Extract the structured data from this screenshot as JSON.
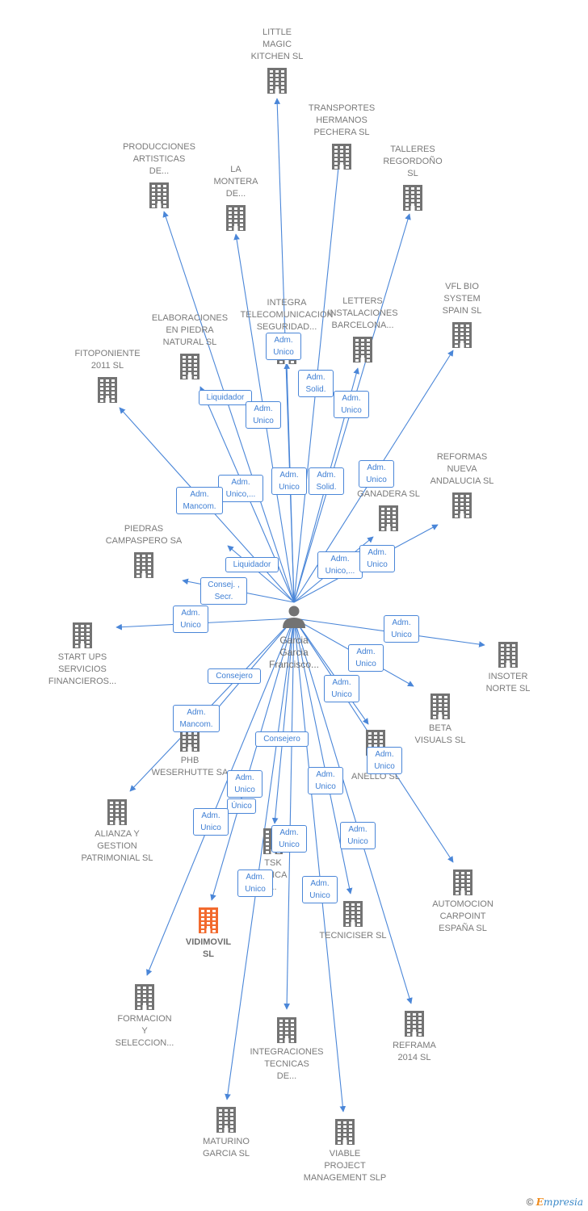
{
  "center": {
    "label": "Garcia\nGarcia\nFrancisco..."
  },
  "colors": {
    "edge": "#4a86d8",
    "building": "#737373",
    "selected_building": "#f26a2e",
    "badge_text": "#3f7fd4"
  },
  "nodes": [
    {
      "id": "little_magic",
      "label": "LITTLE\nMAGIC\nKITCHEN  SL"
    },
    {
      "id": "transportes",
      "label": "TRANSPORTES\nHERMANOS\nPECHERA  SL"
    },
    {
      "id": "talleres",
      "label": "TALLERES\nREGORDOÑO\nSL"
    },
    {
      "id": "producciones",
      "label": "PRODUCCIONES\nARTISTICAS\nDE..."
    },
    {
      "id": "montera",
      "label": "LA\nMONTERA\nDE..."
    },
    {
      "id": "integra",
      "label": "INTEGRA\nTELECOMUNICACION\nSEGURIDAD..."
    },
    {
      "id": "letters",
      "label": "LETTERS\nINSTALACIONES\nBARCELONA..."
    },
    {
      "id": "vfl",
      "label": "VFL BIO\nSYSTEM\nSPAIN  SL"
    },
    {
      "id": "elaboraciones",
      "label": "ELABORACIONES\nEN PIEDRA\nNATURAL SL"
    },
    {
      "id": "fitoponiente",
      "label": "FITOPONIENTE\n2011 SL"
    },
    {
      "id": "reformas",
      "label": "REFORMAS\nNUEVA\nANDALUCIA SL"
    },
    {
      "id": "ganadera",
      "label": "R\nGANADERA  SL"
    },
    {
      "id": "hidden_sl",
      "label": "SL"
    },
    {
      "id": "piedras",
      "label": "PIEDRAS\nCAMPASPERO SA"
    },
    {
      "id": "start_ups",
      "label": "START UPS\nSERVICIOS\nFINANCIEROS..."
    },
    {
      "id": "insoter",
      "label": "INSOTER\nNORTE SL"
    },
    {
      "id": "beta",
      "label": "BETA\nVISUALS  SL"
    },
    {
      "id": "phb",
      "label": "PHB\nWESERHUTTE SA"
    },
    {
      "id": "car",
      "label": "CAR\nANELLO  SL"
    },
    {
      "id": "alianza",
      "label": "ALIANZA Y\nGESTION\nPATRIMONIAL SL"
    },
    {
      "id": "tsk",
      "label": "TSK\nONICA\n..."
    },
    {
      "id": "automocion",
      "label": "AUTOMOCION\nCARPOINT\nESPAÑA  SL"
    },
    {
      "id": "vidimovil",
      "label": "VIDIMOVIL\nSL",
      "selected": true
    },
    {
      "id": "tecniciser",
      "label": "TECNICISER SL"
    },
    {
      "id": "formacion",
      "label": "FORMACION\nY\nSELECCION..."
    },
    {
      "id": "integraciones",
      "label": "INTEGRACIONES\nTECNICAS\nDE..."
    },
    {
      "id": "reframa",
      "label": "REFRAMA\n2014  SL"
    },
    {
      "id": "maturino",
      "label": "MATURINO\nGARCIA SL"
    },
    {
      "id": "viable",
      "label": "VIABLE\nPROJECT\nMANAGEMENT SLP"
    }
  ],
  "edges": [
    {
      "to": "little_magic"
    },
    {
      "to": "transportes"
    },
    {
      "to": "talleres"
    },
    {
      "to": "producciones"
    },
    {
      "to": "montera"
    },
    {
      "to": "integra"
    },
    {
      "to": "letters"
    },
    {
      "to": "vfl"
    },
    {
      "to": "elaboraciones"
    },
    {
      "to": "fitoponiente"
    },
    {
      "to": "reformas"
    },
    {
      "to": "ganadera"
    },
    {
      "to": "hidden_sl"
    },
    {
      "to": "piedras"
    },
    {
      "to": "start_ups"
    },
    {
      "to": "insoter"
    },
    {
      "to": "beta"
    },
    {
      "to": "phb"
    },
    {
      "to": "car"
    },
    {
      "to": "alianza"
    },
    {
      "to": "tsk"
    },
    {
      "to": "automocion"
    },
    {
      "to": "vidimovil"
    },
    {
      "to": "tecniciser"
    },
    {
      "to": "formacion"
    },
    {
      "to": "integraciones"
    },
    {
      "to": "reframa"
    },
    {
      "to": "maturino"
    },
    {
      "to": "viable"
    }
  ],
  "badges": [
    {
      "text": "Adm.\nUnico"
    },
    {
      "text": "Adm.\nSolid."
    },
    {
      "text": "Adm.\nUnico"
    },
    {
      "text": "Liquidador"
    },
    {
      "text": "Adm.\nUnico"
    },
    {
      "text": "Adm.\nUnico"
    },
    {
      "text": "Adm.\nUnico,..."
    },
    {
      "text": "Adm.\nMancom."
    },
    {
      "text": "Adm.\nUnico"
    },
    {
      "text": "Adm.\nSolid."
    },
    {
      "text": "Adm.\nUnico,..."
    },
    {
      "text": "Adm.\nUnico"
    },
    {
      "text": "Liquidador"
    },
    {
      "text": "Consej. ,\nSecr."
    },
    {
      "text": "Adm.\nUnico"
    },
    {
      "text": "Adm.\nUnico"
    },
    {
      "text": "Adm.\nUnico"
    },
    {
      "text": "Consejero"
    },
    {
      "text": "Adm.\nUnico"
    },
    {
      "text": "Adm.\nMancom."
    },
    {
      "text": "Consejero"
    },
    {
      "text": "Adm.\nUnico"
    },
    {
      "text": "Adm.\nUnico"
    },
    {
      "text": "Adm.\nUnico"
    },
    {
      "text": "Único"
    },
    {
      "text": "Adm.\nUnico"
    },
    {
      "text": "Adm.\nUnico"
    },
    {
      "text": "Adm.\nUnico"
    },
    {
      "text": "Adm.\nUnico"
    },
    {
      "text": "Adm.\nUnico"
    }
  ],
  "footer": {
    "copyright": "©",
    "brand_e": "E",
    "brand_rest": "mpresia"
  }
}
